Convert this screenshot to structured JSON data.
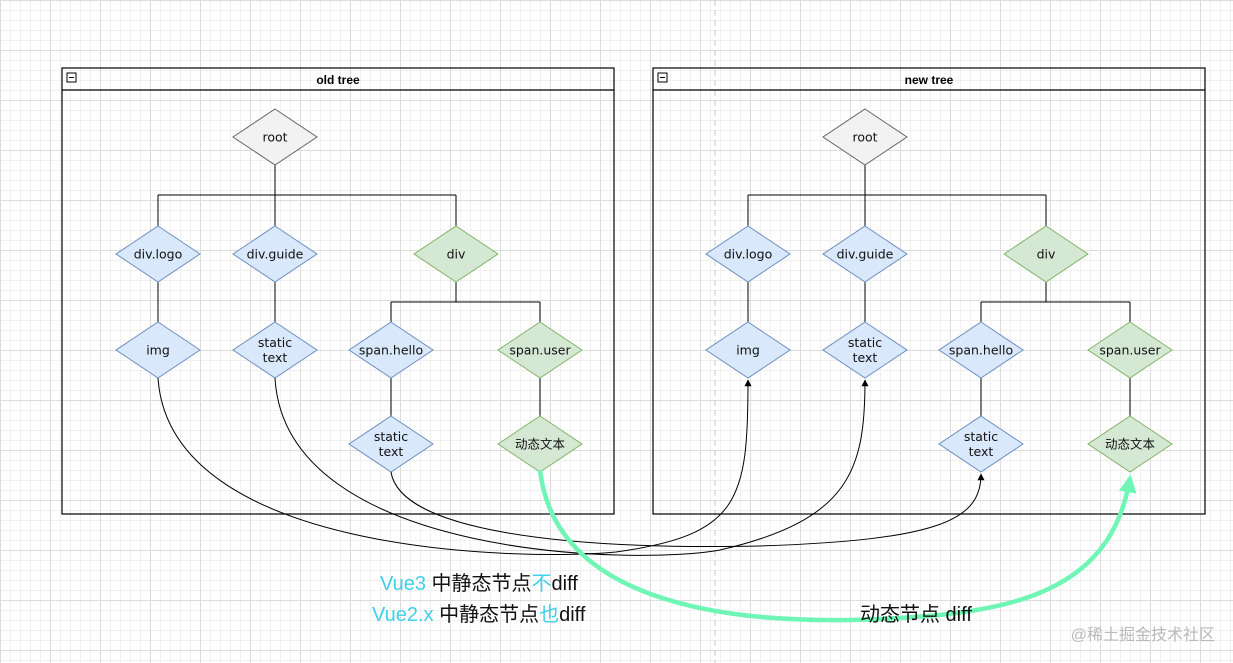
{
  "colors": {
    "grey_fill": "#f2f2f2",
    "grey_stroke": "#666666",
    "blue_fill": "#dae8fc",
    "blue_stroke": "#6c8ebf",
    "green_fill": "#d5e8d4",
    "green_stroke": "#82b366",
    "accent_text": "#3fd1e8",
    "dynamic_arrow": "#6ff5b6"
  },
  "panels": [
    {
      "id": "old",
      "title": "old tree"
    },
    {
      "id": "new",
      "title": "new tree"
    }
  ],
  "nodes": {
    "root": "root",
    "div_logo": "div.logo",
    "div_guide": "div.guide",
    "div": "div",
    "img": "img",
    "static_text_guide": [
      "static",
      "text"
    ],
    "span_hello": "span.hello",
    "span_user": "span.user",
    "static_text_hello": [
      "static",
      "text"
    ],
    "dynamic_text": "动态文本"
  },
  "captions": {
    "vue3_prefix": "Vue3",
    "vue3_middle": " 中静态节点",
    "vue3_accent": "不",
    "vue3_suffix": "diff",
    "vue2_prefix": "Vue2.x",
    "vue2_middle": " 中静态节点",
    "vue2_accent": "也",
    "vue2_suffix": "diff",
    "dynamic": "动态节点 diff"
  },
  "watermark": "@稀土掘金技术社区"
}
